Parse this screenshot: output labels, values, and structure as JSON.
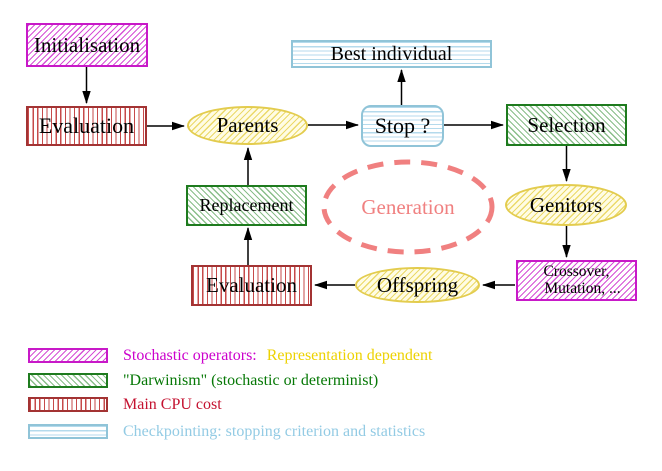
{
  "nodes": {
    "initialisation": {
      "label": "Initialisation"
    },
    "evaluation_top": {
      "label": "Evaluation"
    },
    "parents": {
      "label": "Parents"
    },
    "best_individual": {
      "label": "Best individual"
    },
    "stop": {
      "label": "Stop ?"
    },
    "selection": {
      "label": "Selection"
    },
    "genitors": {
      "label": "Genitors"
    },
    "crossover_mutation": {
      "line1": "Crossover,",
      "line2": "Mutation, ..."
    },
    "offspring": {
      "label": "Offspring"
    },
    "evaluation_bottom": {
      "label": "Evaluation"
    },
    "replacement": {
      "label": "Replacement"
    },
    "generation": {
      "label": "Generation"
    }
  },
  "legend": {
    "stochastic": {
      "label": "Stochastic operators:",
      "note": "Representation dependent"
    },
    "darwinism": {
      "label": "\"Darwinism\" (stochastic or determinist)"
    },
    "cpu_cost": {
      "label": "Main CPU cost"
    },
    "checkpointing": {
      "label": "Checkpointing: stopping criterion and statistics"
    }
  },
  "colors": {
    "magenta": "#cc00cc",
    "green_border": "#1e7b1e",
    "green_text": "#067806",
    "dark_red_border": "#a33333",
    "red_text": "#c41230",
    "cyan_border": "#90c4d8",
    "cyan_text": "#93cbe4",
    "yellow_border": "#e3cc4e",
    "yellow_text": "#edd202",
    "salmon": "#f08080",
    "arrow": "#000000"
  }
}
